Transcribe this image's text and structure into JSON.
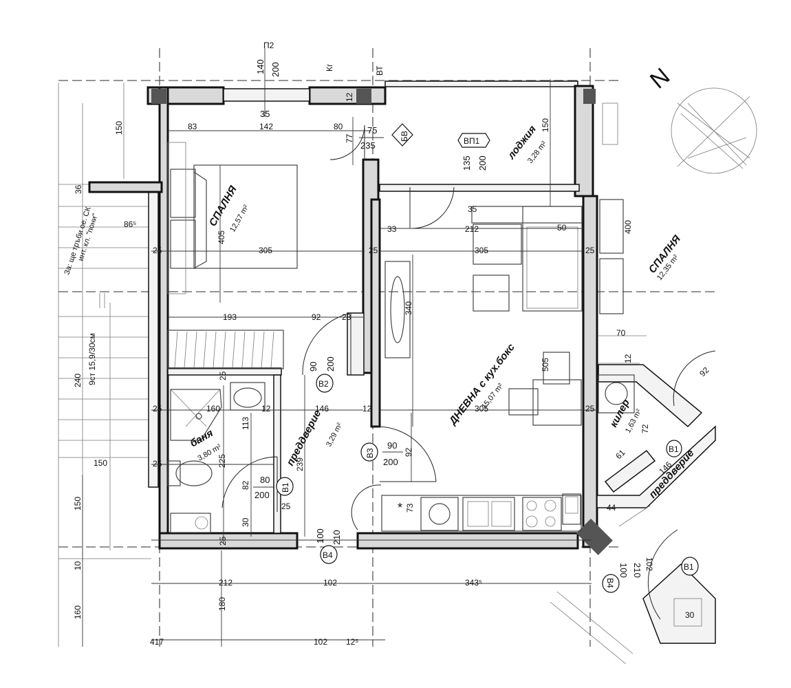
{
  "north_label": "N",
  "rooms": {
    "bedroom_main": {
      "name": "СПАЛНЯ",
      "area": "12,57 m²"
    },
    "living": {
      "name": "ДНЕВНА с кух.бокс",
      "area": "15,07 m²"
    },
    "loggia": {
      "name": "лоджия",
      "area": "3,28 m²"
    },
    "bathroom": {
      "name": "баня",
      "area": "3,80 m²"
    },
    "hall": {
      "name": "преддверие",
      "area": "3,29 m²"
    },
    "bedroom_right": {
      "name": "СПАЛНЯ",
      "area": "12,35 m²"
    },
    "pantry": {
      "name": "килер",
      "area": "1,63 m²"
    },
    "hall_right": {
      "name": "преддверие"
    }
  },
  "doors": {
    "b2": {
      "tag": "В2",
      "top": "90",
      "bottom": "200"
    },
    "b3": {
      "tag": "В3",
      "top": "90",
      "bottom": "200"
    },
    "b1": {
      "tag": "В1",
      "top": "80",
      "bottom": "200"
    },
    "b4": {
      "tag": "В4",
      "top": "100",
      "bottom": "210"
    },
    "b4_right": {
      "tag": "В4",
      "top": "100",
      "bottom": "210"
    },
    "b1_right": {
      "tag": "В1"
    },
    "b1_right2": {
      "tag": "В1"
    }
  },
  "windows": {
    "bv": {
      "tag": "БВ",
      "val1": "75",
      "val2": "235"
    },
    "vp1": {
      "tag": "ВП1",
      "val1": "135",
      "val2": "200"
    },
    "p2": {
      "tag": "П2",
      "val1": "140",
      "val2": "200"
    },
    "top_35": "35",
    "kg": "Кг",
    "vt": "ВТ"
  },
  "dimensions": {
    "d_83": "83",
    "d_142": "142",
    "d_80": "80",
    "d_12a": "12",
    "d_77": "77",
    "d_150_left": "150",
    "d_150_loggia": "150",
    "d_33": "33",
    "d_212a": "212",
    "d_50": "50",
    "d_35b": "35",
    "d_305a": "305",
    "d_305b": "305",
    "d_405": "405",
    "d_25a": "25",
    "d_25b": "25",
    "d_25c": "25",
    "d_25d": "25",
    "d_25e": "25",
    "d_25f": "25",
    "d_25g": "25",
    "d_25h": "25",
    "d_25i": "25",
    "d_193": "193",
    "d_92a": "92",
    "d_28": "28",
    "d_340": "340",
    "d_160": "160",
    "d_12b": "12",
    "d_146": "146",
    "d_12c": "12",
    "d_305c": "305",
    "d_113": "113",
    "d_225": "225",
    "d_239": "239",
    "d_82": "82",
    "d_30": "30",
    "d_92b": "92",
    "d_73": "73",
    "d_505": "505",
    "d_44": "44",
    "d_212b": "212",
    "d_102a": "102",
    "d_343": "343⁵",
    "d_240": "240",
    "d_150b": "150",
    "d_150c": "150",
    "d_10": "10",
    "d_180": "180",
    "d_160b": "160",
    "d_417": "417",
    "d_102b": "102",
    "d_12_5": "12⁵",
    "d_400": "400",
    "d_70": "70",
    "d_12d": "12",
    "d_61": "61",
    "d_72": "72",
    "d_146b": "146",
    "d_92c": "92",
    "d_102c": "102",
    "d_30b": "30",
    "d_36": "36"
  },
  "stair": {
    "text": "9ст 15,9/30см",
    "level": "86⁵",
    "pipe_note": "За: ще тръби ое. СК",
    "pipe_note2": "инт. кл. \"пони\""
  }
}
